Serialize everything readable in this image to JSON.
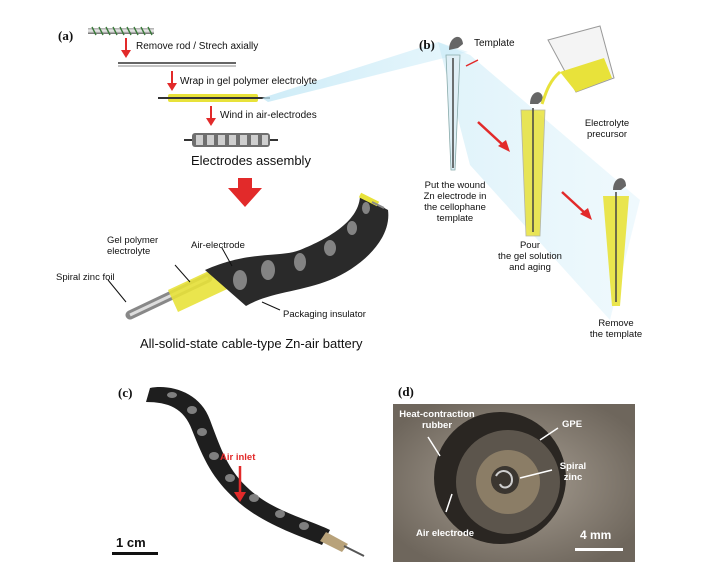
{
  "panels": {
    "a": {
      "label": "(a)",
      "steps": [
        "Remove rod / Strech axially",
        "Wrap in gel polymer electrolyte",
        "Wind in air-electrodes"
      ],
      "assembly_title": "Electrodes assembly",
      "labels": {
        "gel": "Gel polymer\nelectrolyte",
        "air": "Air-electrode",
        "zinc": "Spiral zinc foil",
        "insulator": "Packaging insulator"
      },
      "caption": "All-solid-state cable-type Zn-air battery"
    },
    "b": {
      "label": "(b)",
      "template": "Template",
      "precursor": "Electrolyte\nprecursor",
      "step1": "Put the wound\nZn electrode in\nthe cellophane\ntemplate",
      "step2": "Pour\nthe gel solution\nand aging",
      "step3": "Remove\nthe template"
    },
    "c": {
      "label": "(c)",
      "air_inlet": "Air inlet",
      "scale": "1 cm"
    },
    "d": {
      "label": "(d)",
      "rubber": "Heat-contraction\nrubber",
      "gpe": "GPE",
      "zinc": "Spiral\nzinc",
      "air": "Air electrode",
      "scale": "4 mm"
    }
  },
  "colors": {
    "arrow": "#e22a2a",
    "gel": "#e8e23a",
    "cable": "#2a2a2a",
    "beam": "#bfe6f5"
  }
}
